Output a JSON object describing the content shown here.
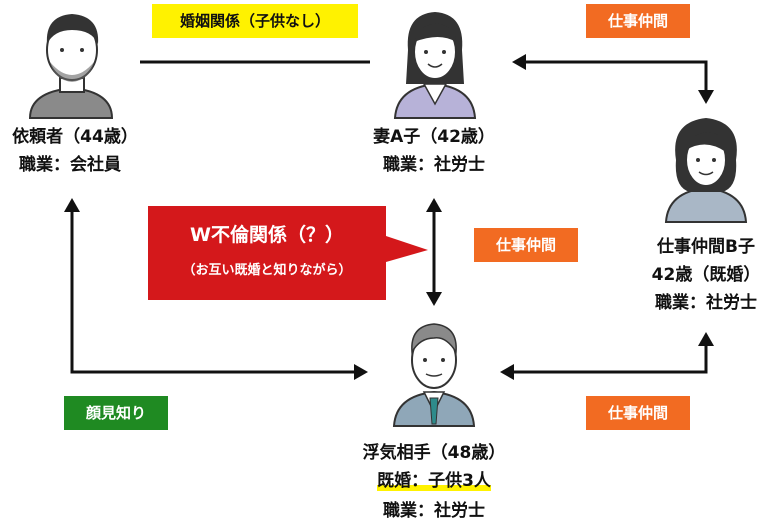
{
  "people": {
    "client": {
      "name": "依頼者（44歳）",
      "job": "職業：会社員"
    },
    "wife": {
      "name": "妻A子（42歳）",
      "job": "職業：社労士"
    },
    "colleague_b": {
      "name": "仕事仲間B子",
      "age": "42歳（既婚）",
      "job": "職業：社労士"
    },
    "affair_partner": {
      "name": "浮気相手（48歳）",
      "status": "既婚：子供3人",
      "job": "職業：社労士"
    }
  },
  "relations": {
    "marriage": "婚姻関係（子供なし）",
    "work_top": "仕事仲間",
    "work_middle": "仕事仲間",
    "work_bottom": "仕事仲間",
    "acquaintance": "顔見知り"
  },
  "callout": {
    "title": "W不倫関係（？）",
    "subtitle": "（お互い既婚と知りながら）"
  },
  "colors": {
    "orange_tag": "#f26b22",
    "green_tag": "#1f8a22",
    "yellow_tag": "#fff200",
    "callout_red": "#d4181b"
  }
}
